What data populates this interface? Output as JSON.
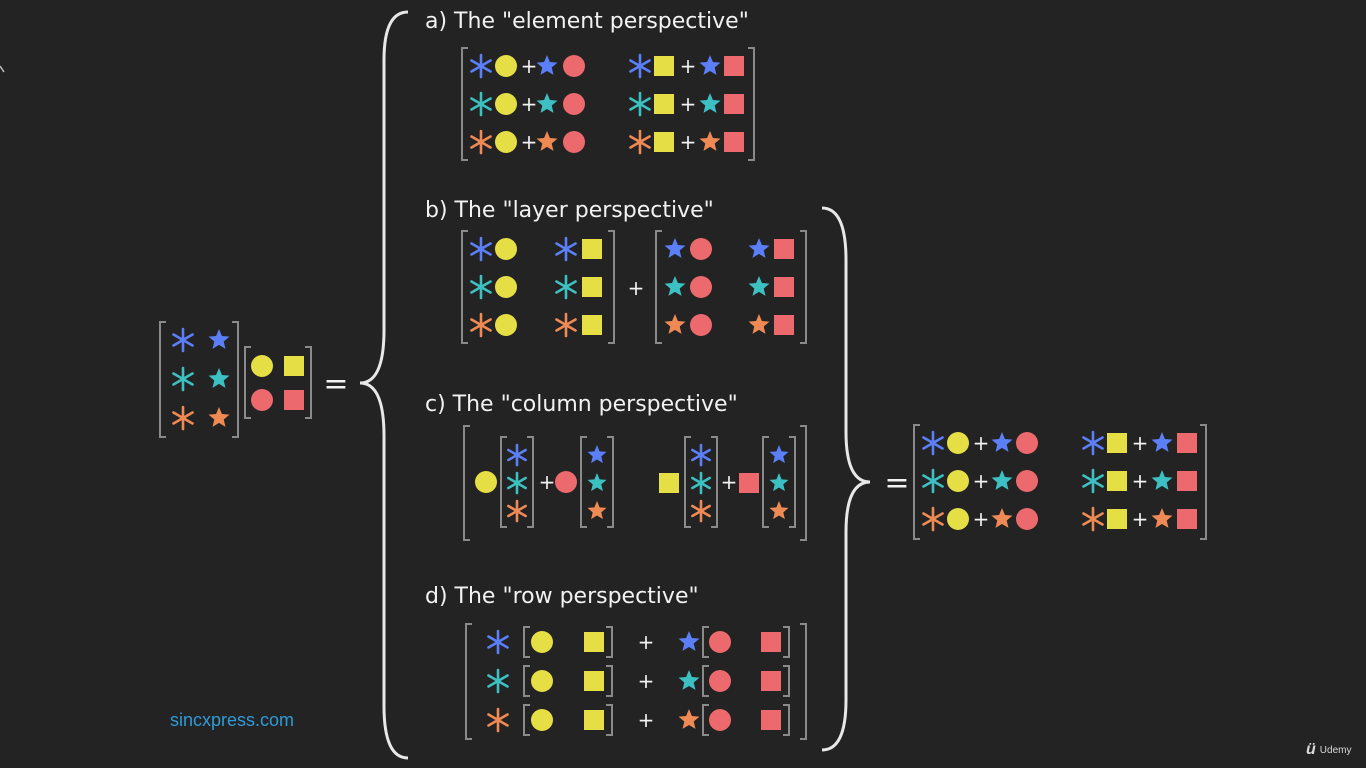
{
  "headings": {
    "a": "a) The \"element perspective\"",
    "b": "b) The \"layer perspective\"",
    "c": "c) The \"column perspective\"",
    "d": "d) The \"row perspective\""
  },
  "operators": {
    "plus": "+",
    "equals": "="
  },
  "footer": {
    "site": "sincxpress.com",
    "brand": "Udemy",
    "brand_icon": "ü"
  },
  "colors": {
    "background": "#232323",
    "bracket": "#8a8a8a",
    "text": "#f2f2f2",
    "blue": "#5b7ff7",
    "teal": "#3dc0c2",
    "orange": "#f08a55",
    "yellow": "#e6de45",
    "red": "#ec6a6d",
    "link": "#2f9bd6"
  },
  "matrix_A": {
    "rows": [
      [
        "asterisk-blue",
        "star-blue"
      ],
      [
        "asterisk-teal",
        "star-teal"
      ],
      [
        "asterisk-orange",
        "star-orange"
      ]
    ]
  },
  "matrix_B": {
    "rows": [
      [
        "circle-yellow",
        "square-yellow"
      ],
      [
        "circle-red",
        "square-red"
      ]
    ]
  },
  "product_entry_pattern": {
    "col1": "asterisk × yellow circle + star × red circle",
    "col2": "asterisk × yellow square + star × red square"
  }
}
